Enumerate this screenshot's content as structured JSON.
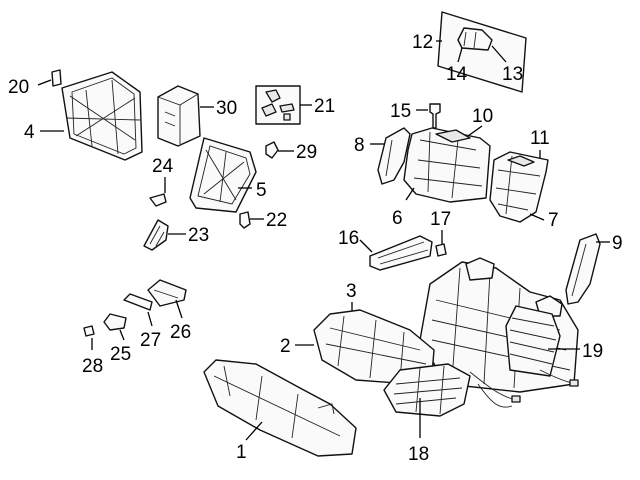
{
  "diagram": {
    "callouts": {
      "c1": "1",
      "c2": "2",
      "c3": "3",
      "c4": "4",
      "c5": "5",
      "c6": "6",
      "c7": "7",
      "c8": "8",
      "c9": "9",
      "c10": "10",
      "c11": "11",
      "c12": "12",
      "c13": "13",
      "c14": "14",
      "c15": "15",
      "c16": "16",
      "c17": "17",
      "c18": "18",
      "c19": "19",
      "c20": "20",
      "c21": "21",
      "c22": "22",
      "c23": "23",
      "c24": "24",
      "c25": "25",
      "c26": "26",
      "c27": "27",
      "c28": "28",
      "c29": "29",
      "c30": "30"
    }
  }
}
